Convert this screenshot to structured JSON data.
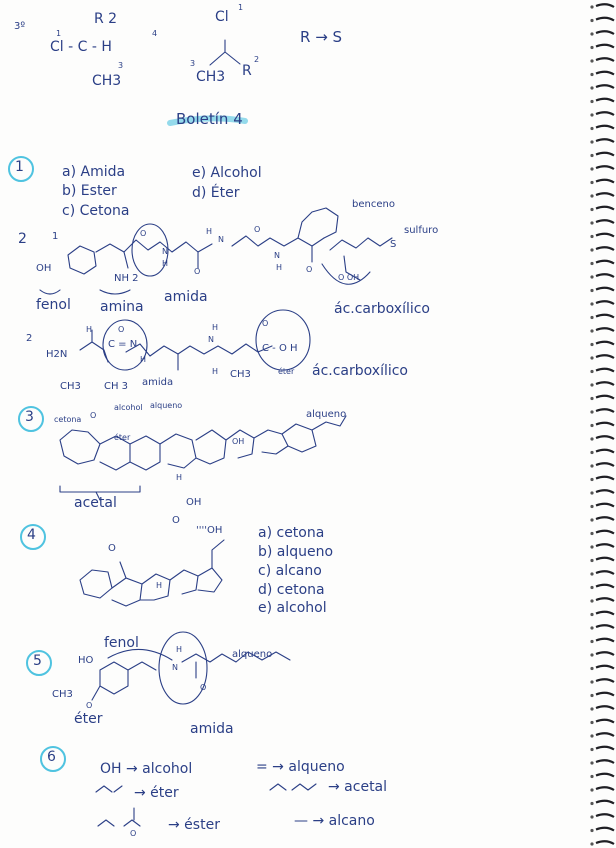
{
  "top": {
    "q_label": "3º",
    "r2": "R 2",
    "cl_left": "Cl - C - H",
    "sup4": "4",
    "ch3": "CH3",
    "sup1": "1",
    "sup3": "3",
    "cl_right": "Cl",
    "num1_r": "1",
    "num3_r": "3",
    "ch3_r": "CH3",
    "r2_r": "R",
    "sup2_r": "2",
    "rs": "R → S"
  },
  "title": "Boletín 4",
  "q1": {
    "num": "1",
    "a": "a) Amida",
    "b": "b) Ester",
    "c": "c) Cetona",
    "e": "e) Alcohol",
    "d": "d) Éter"
  },
  "q2": {
    "num": "2",
    "sub1": "1",
    "benceno": "benceno",
    "sulfuro": "sulfuro",
    "oh": "OH",
    "nh2": "NH 2",
    "o1": "O",
    "n1": "N",
    "h1": "H",
    "n2": "N",
    "h2": "H",
    "o2": "O",
    "o3": "O",
    "n3": "N",
    "h3": "H",
    "o4": "O",
    "s": "S",
    "cooh": "O  OH",
    "fenol": "fenol",
    "amina": "amina",
    "amida": "amida",
    "ac_carboxilico": "ác.carboxílico"
  },
  "q2b": {
    "sub2": "2",
    "h2n": "H2N",
    "h_a": "H",
    "c_n": "C = N",
    "o_a": "O",
    "h_b": "H",
    "n_b": "N",
    "h_c": "H",
    "o_b": "O",
    "c_oh": "C - O H",
    "ch3_1": "CH3",
    "ch3_2": "CH 3",
    "amida_s": "amida",
    "h_d": "H",
    "ch3_3": "CH3",
    "eter_s": "éter",
    "ac_carb": "ác.carboxílico"
  },
  "q3": {
    "num": "3",
    "cetona": "cetona",
    "alcohol": "alcohol",
    "alqueno": "alqueno",
    "eter": "éter",
    "alqueno2": "alqueno",
    "o": "O",
    "oh": "OH",
    "h": "H",
    "acetal": "acetal"
  },
  "q4": {
    "num": "4",
    "oh": "OH",
    "o1": "O",
    "o2": "O",
    "oh2": "''''OH",
    "h": "H",
    "a": "a) cetona",
    "b": "b) alqueno",
    "c": "c) alcano",
    "d": "d) cetona",
    "e": "e) alcohol"
  },
  "q5": {
    "num": "5",
    "fenol": "fenol",
    "ho": "HO",
    "alqueno": "alqueno",
    "ch3": "CH3",
    "o": "O",
    "h": "H",
    "n": "N",
    "o2": "O",
    "eter": "éter",
    "amida": "amida"
  },
  "q6": {
    "num": "6",
    "oh_alcohol": "OH  →  alcohol",
    "double_alqueno": "=  →  alqueno",
    "eter": "→  éter",
    "acetal": "→  acetal",
    "ester": "→  éster",
    "alcano": "—  →  alcano",
    "o_label": "O"
  }
}
